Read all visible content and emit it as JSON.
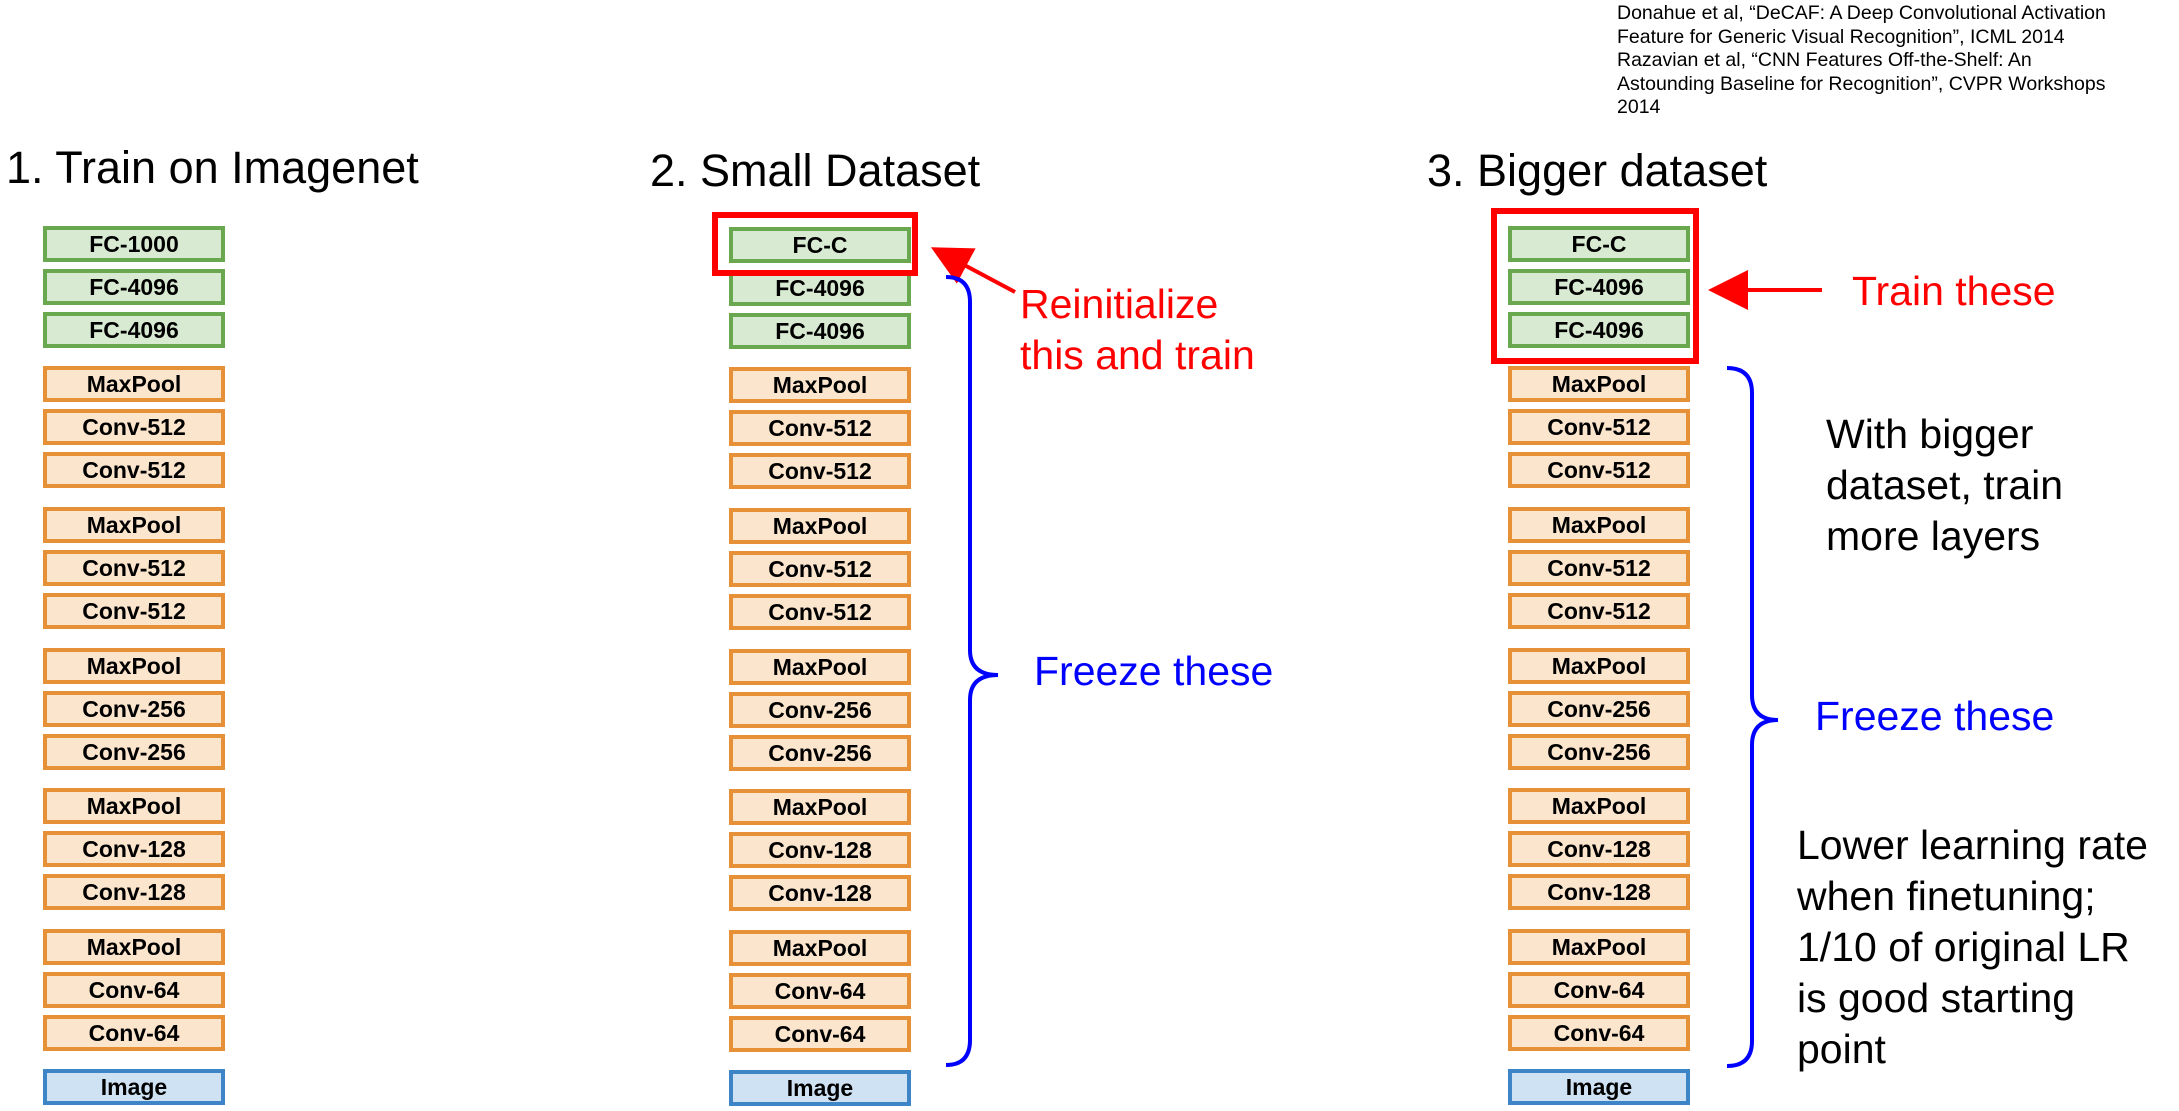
{
  "citation": {
    "lines": [
      "Donahue et al, “DeCAF: A Deep Convolutional Activation",
      "Feature for Generic Visual Recognition”, ICML 2014",
      "Razavian et al, “CNN Features Off-the-Shelf: An",
      "Astounding Baseline for Recognition”, CVPR Workshops",
      "2014"
    ]
  },
  "columns": [
    {
      "title": "1. Train on Imagenet",
      "layers": [
        "FC-1000",
        "FC-4096",
        "FC-4096",
        "MaxPool",
        "Conv-512",
        "Conv-512",
        "MaxPool",
        "Conv-512",
        "Conv-512",
        "MaxPool",
        "Conv-256",
        "Conv-256",
        "MaxPool",
        "Conv-128",
        "Conv-128",
        "MaxPool",
        "Conv-64",
        "Conv-64",
        "Image"
      ]
    },
    {
      "title": "2. Small Dataset",
      "layers": [
        "FC-C",
        "FC-4096",
        "FC-4096",
        "MaxPool",
        "Conv-512",
        "Conv-512",
        "MaxPool",
        "Conv-512",
        "Conv-512",
        "MaxPool",
        "Conv-256",
        "Conv-256",
        "MaxPool",
        "Conv-128",
        "Conv-128",
        "MaxPool",
        "Conv-64",
        "Conv-64",
        "Image"
      ],
      "reinit_label": [
        "Reinitialize",
        "this and train"
      ],
      "freeze_label": "Freeze these"
    },
    {
      "title": "3. Bigger dataset",
      "layers": [
        "FC-C",
        "FC-4096",
        "FC-4096",
        "MaxPool",
        "Conv-512",
        "Conv-512",
        "MaxPool",
        "Conv-512",
        "Conv-512",
        "MaxPool",
        "Conv-256",
        "Conv-256",
        "MaxPool",
        "Conv-128",
        "Conv-128",
        "MaxPool",
        "Conv-64",
        "Conv-64",
        "Image"
      ],
      "train_label": "Train these",
      "freeze_label": "Freeze these",
      "bigger_note": [
        "With bigger",
        "dataset, train",
        "more layers"
      ],
      "lr_note": [
        "Lower learning rate",
        "when finetuning;",
        "1/10 of original LR",
        "is good starting",
        "point"
      ]
    }
  ],
  "colors": {
    "fc_fill": "#d9ead3",
    "fc_border": "#6aa84f",
    "conv_fill": "#fce5cd",
    "conv_border": "#e69138",
    "image_fill": "#cfe2f3",
    "image_border": "#3d85c6",
    "highlight": "#ff0000",
    "freeze": "#0000ff"
  }
}
